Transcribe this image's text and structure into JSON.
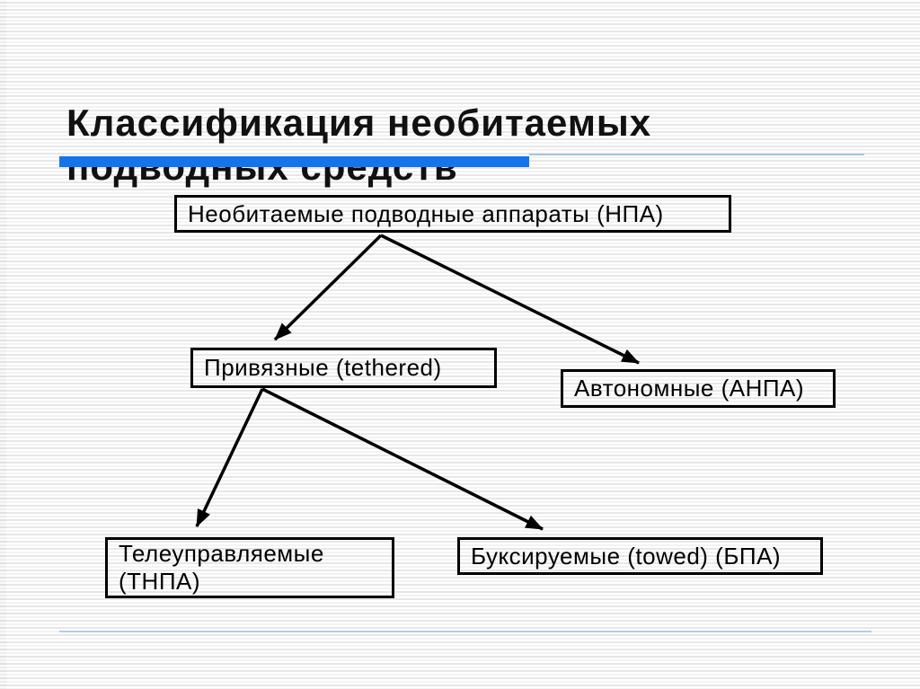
{
  "slide": {
    "title": {
      "line1": "Классификация необитаемых",
      "line2": "подводных средств"
    },
    "colors": {
      "accent_bar": "#1574ec",
      "title_thin_rule": "#a9c4da",
      "bottom_thin_rule": "#b6cce0",
      "box_border": "#000000",
      "text": "#111111"
    },
    "diagram": {
      "nodes": {
        "root": {
          "label": "Необитаемые подводные аппараты (НПА)"
        },
        "tethered": {
          "label": "Привязные (tethered)"
        },
        "autonomous": {
          "label": "Автономные (АНПА)"
        },
        "rov": {
          "label": "Телеуправляемые\n(ТНПА)"
        },
        "towed": {
          "label": "Буксируемые (towed) (БПА)"
        }
      },
      "edges": [
        {
          "from": "root",
          "to": "tethered"
        },
        {
          "from": "root",
          "to": "autonomous"
        },
        {
          "from": "tethered",
          "to": "rov"
        },
        {
          "from": "tethered",
          "to": "towed"
        }
      ]
    }
  }
}
